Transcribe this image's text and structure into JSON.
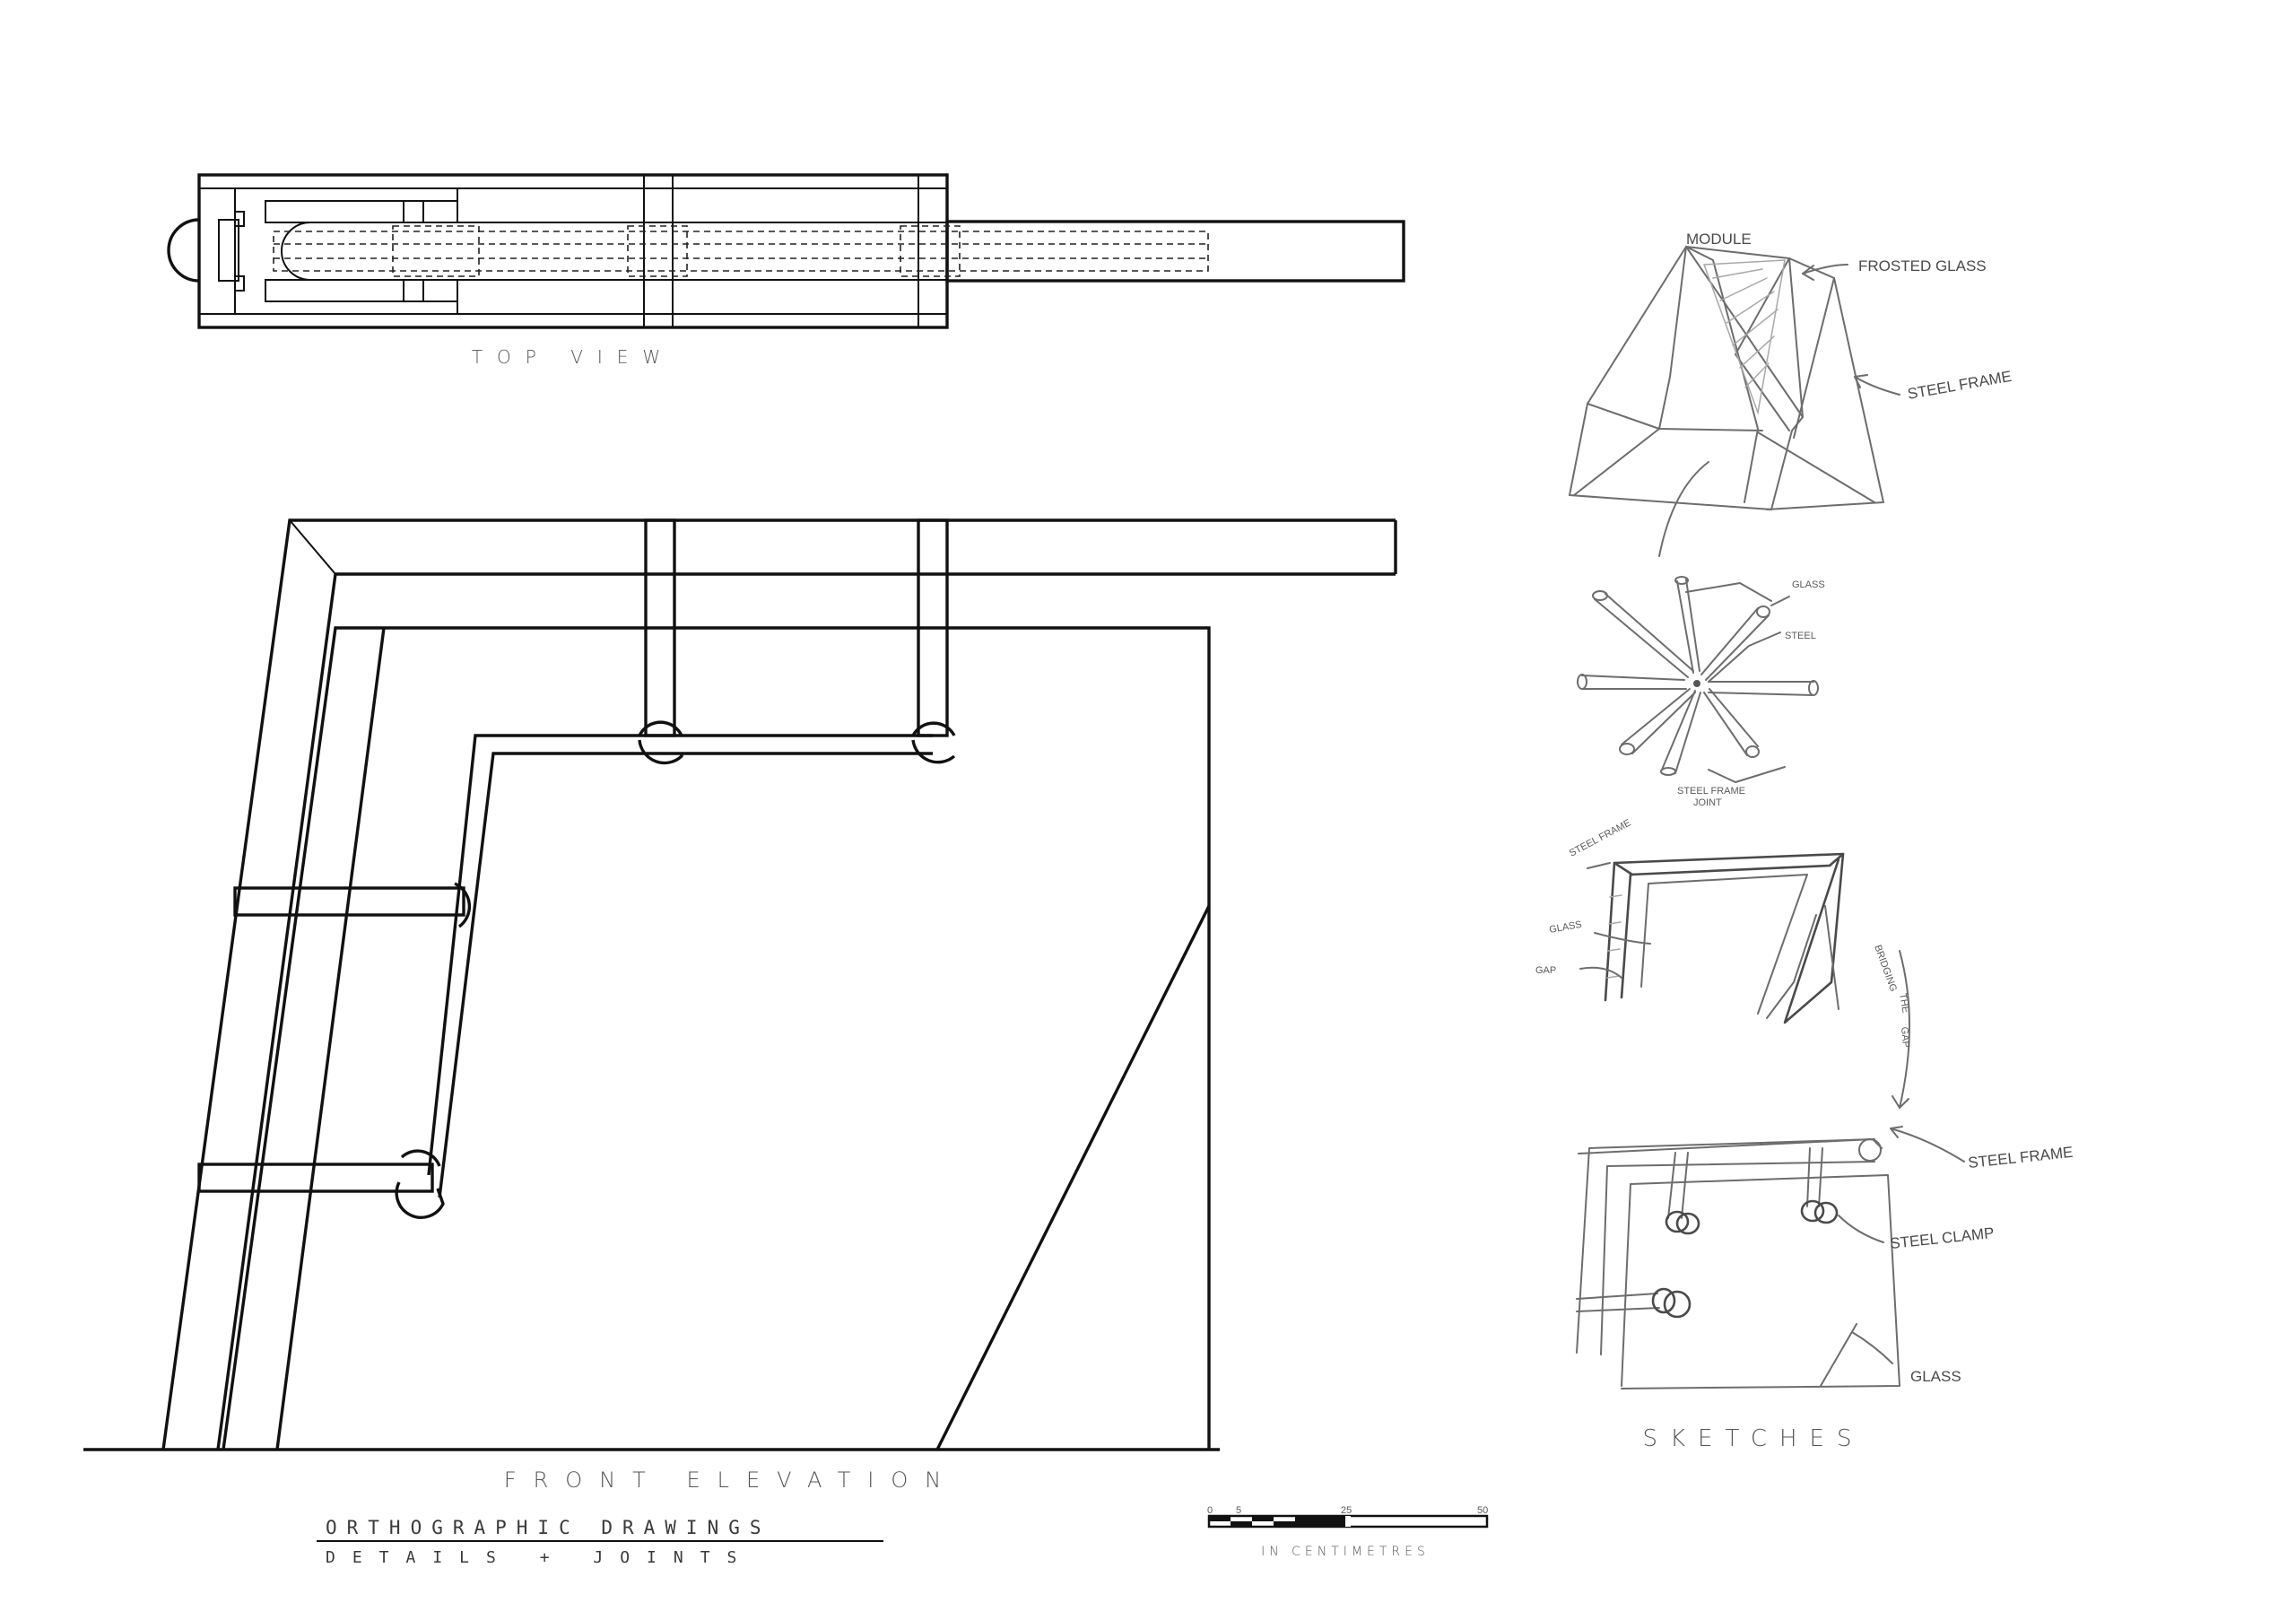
{
  "views": {
    "top_view": "TOP VIEW",
    "front_elevation": "FRONT ELEVATION",
    "sketches": "SKETCHES"
  },
  "title_block": {
    "title": "ORTHOGRAPHIC DRAWINGS",
    "subtitle": "DETAILS + JOINTS"
  },
  "scale_bar": {
    "ticks": [
      "0",
      "5",
      "25",
      "50"
    ],
    "unit_label": "IN CENTIMETRES"
  },
  "sketch_notes": {
    "module": "MODULE",
    "frosted_glass": "FROSTED GLASS",
    "steel_frame": "STEEL FRAME",
    "joint_glass": "GLASS",
    "joint_steel": "STEEL",
    "joint_caption_1": "STEEL FRAME",
    "joint_caption_2": "JOINT",
    "corner_steel_frame": "STEEL FRAME",
    "corner_glass": "GLASS",
    "corner_gap": "GAP",
    "bridging": "BRIDGING",
    "the": "THE",
    "gap": "GAP",
    "assembly_steel_frame": "STEEL FRAME",
    "steel_clamp": "STEEL CLAMP",
    "assembly_glass": "GLASS"
  }
}
